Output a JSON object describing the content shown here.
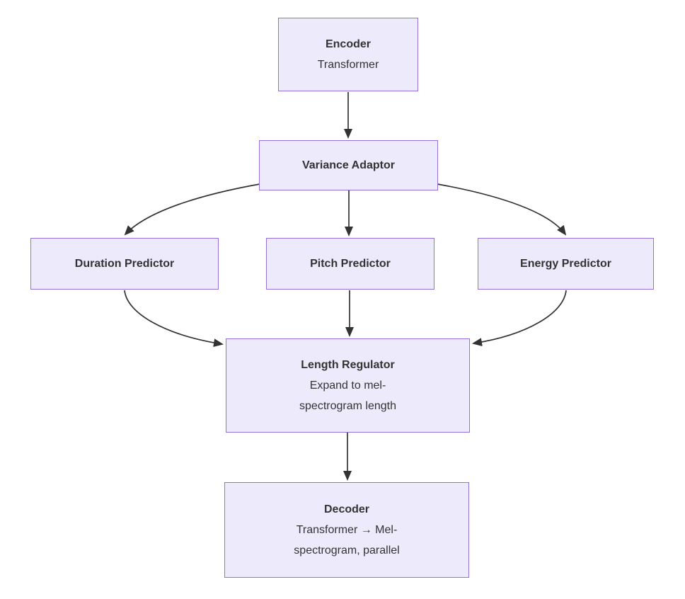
{
  "diagram": {
    "kind": "flowchart",
    "direction": "top-down",
    "colors": {
      "background": "#ffffff",
      "node_fill": "#ECEAFB",
      "node_border": "#9370DB",
      "edge": "#333333",
      "text": "#333333"
    },
    "nodes": {
      "encoder": {
        "title": "Encoder",
        "subtitle_line1": "Transformer"
      },
      "variance_adaptor": {
        "title": "Variance Adaptor"
      },
      "duration_predictor": {
        "title": "Duration Predictor"
      },
      "pitch_predictor": {
        "title": "Pitch Predictor"
      },
      "energy_predictor": {
        "title": "Energy Predictor"
      },
      "length_regulator": {
        "title": "Length Regulator",
        "subtitle_line1": "Expand to mel-",
        "subtitle_line2": "spectrogram length"
      },
      "decoder": {
        "title": "Decoder",
        "subtitle_line1": "Transformer → Mel-",
        "subtitle_line2": "spectrogram, parallel"
      }
    },
    "edges": [
      {
        "from": "Encoder",
        "to": "Variance Adaptor"
      },
      {
        "from": "Variance Adaptor",
        "to": "Duration Predictor"
      },
      {
        "from": "Variance Adaptor",
        "to": "Pitch Predictor"
      },
      {
        "from": "Variance Adaptor",
        "to": "Energy Predictor"
      },
      {
        "from": "Duration Predictor",
        "to": "Length Regulator"
      },
      {
        "from": "Pitch Predictor",
        "to": "Length Regulator"
      },
      {
        "from": "Energy Predictor",
        "to": "Length Regulator"
      },
      {
        "from": "Length Regulator",
        "to": "Decoder"
      }
    ]
  }
}
